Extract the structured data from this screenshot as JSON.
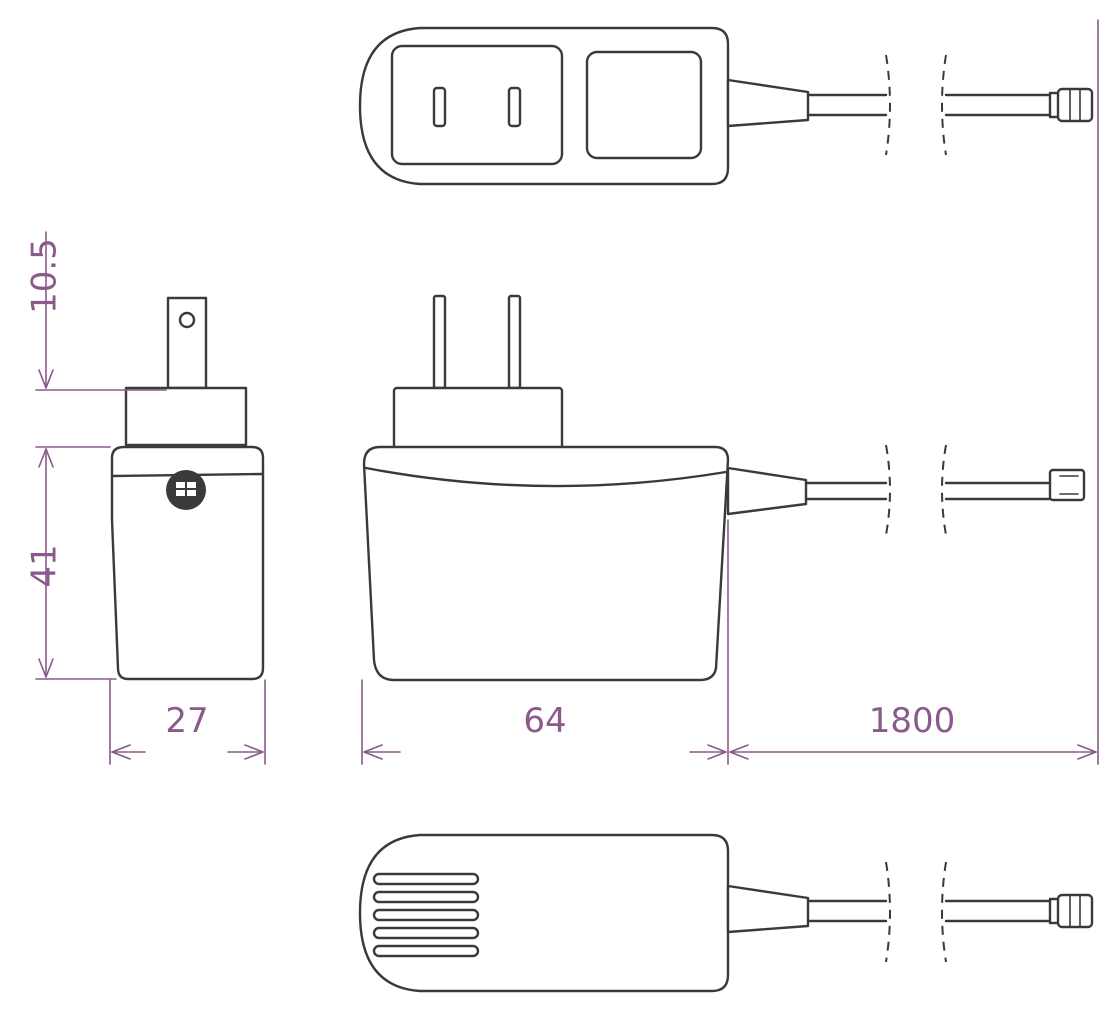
{
  "dimensions": {
    "plug_height": "10.5",
    "body_height": "41",
    "side_width": "27",
    "body_length": "64",
    "cable_length": "1800"
  },
  "colors": {
    "outline": "#3a3a3a",
    "dimension": "#8a5a8c",
    "background": "#ffffff"
  }
}
